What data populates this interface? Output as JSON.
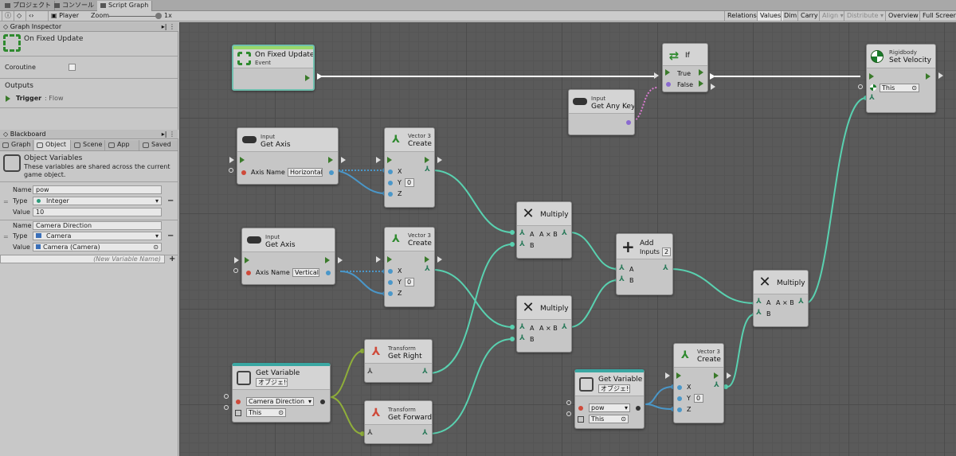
{
  "tabs": [
    {
      "label": "プロジェクト"
    },
    {
      "label": "コンソール"
    },
    {
      "label": "Script Graph"
    }
  ],
  "toolbar": {
    "left": [
      "Player",
      "Zoom",
      "1x"
    ],
    "right": [
      "Relations",
      "Values",
      "Dim",
      "Carry",
      "Align ▾",
      "Distribute ▾",
      "Overview",
      "Full Screen"
    ]
  },
  "inspector": {
    "header": "Graph Inspector",
    "node_title": "On Fixed Update",
    "coroutine": "Coroutine",
    "outputs": "Outputs",
    "trigger": "Trigger",
    "trigger_type": ": Flow"
  },
  "blackboard": {
    "header": "Blackboard",
    "tabs": [
      "Graph",
      "Object",
      "Scene",
      "App",
      "Saved"
    ],
    "title": "Object Variables",
    "desc": "These variables are shared across the current game object.",
    "var1": {
      "name_label": "Name",
      "name": "pow",
      "type_label": "Type",
      "type": "Integer",
      "value_label": "Value",
      "value": "10"
    },
    "var2": {
      "name_label": "Name",
      "name": "Camera Direction",
      "type_label": "Type",
      "type": "Camera",
      "value_label": "Value",
      "value": "Camera (Camera)"
    },
    "new_var": "(New Variable Name)",
    "plus": "+",
    "minus": "−"
  },
  "nodes": {
    "fixed": {
      "title": "On Fixed Update",
      "sub": "Event"
    },
    "if": {
      "title": "If",
      "true": "True",
      "false": "False"
    },
    "rb": {
      "sub": "Rigidbody",
      "title": "Set Velocity",
      "this": "This"
    },
    "anykey": {
      "sub": "Input",
      "title": "Get Any Key"
    },
    "axis1": {
      "sub": "Input",
      "title": "Get Axis",
      "label": "Axis Name",
      "value": "Horizontal"
    },
    "axis2": {
      "sub": "Input",
      "title": "Get Axis",
      "label": "Axis Name",
      "value": "Vertical"
    },
    "vec1": {
      "sub": "Vector 3",
      "title": "Create",
      "x": "X",
      "y": "Y",
      "yv": "0",
      "z": "Z"
    },
    "vec2": {
      "sub": "Vector 3",
      "title": "Create",
      "x": "X",
      "y": "Y",
      "yv": "0",
      "z": "Z"
    },
    "vec3": {
      "sub": "Vector 3",
      "title": "Create",
      "x": "X",
      "y": "Y",
      "yv": "0",
      "z": "Z"
    },
    "mul1": {
      "title": "Multiply",
      "a": "A",
      "b": "B",
      "out": "A × B"
    },
    "mul2": {
      "title": "Multiply",
      "a": "A",
      "b": "B",
      "out": "A × B"
    },
    "mul3": {
      "title": "Multiply",
      "a": "A",
      "b": "B",
      "out": "A × B"
    },
    "add": {
      "title": "Add",
      "inputs": "Inputs",
      "inputs_v": "2",
      "a": "A",
      "b": "B"
    },
    "right": {
      "sub": "Transform",
      "title": "Get Right"
    },
    "forward": {
      "sub": "Transform",
      "title": "Get Forward"
    },
    "getvar1": {
      "title": "Get Variable",
      "scope": "オブジェ!▾",
      "var": "Camera Direction",
      "this": "This"
    },
    "getvar2": {
      "title": "Get Variable",
      "scope": "オブジェ!▾",
      "var": "pow",
      "this": "This"
    }
  }
}
